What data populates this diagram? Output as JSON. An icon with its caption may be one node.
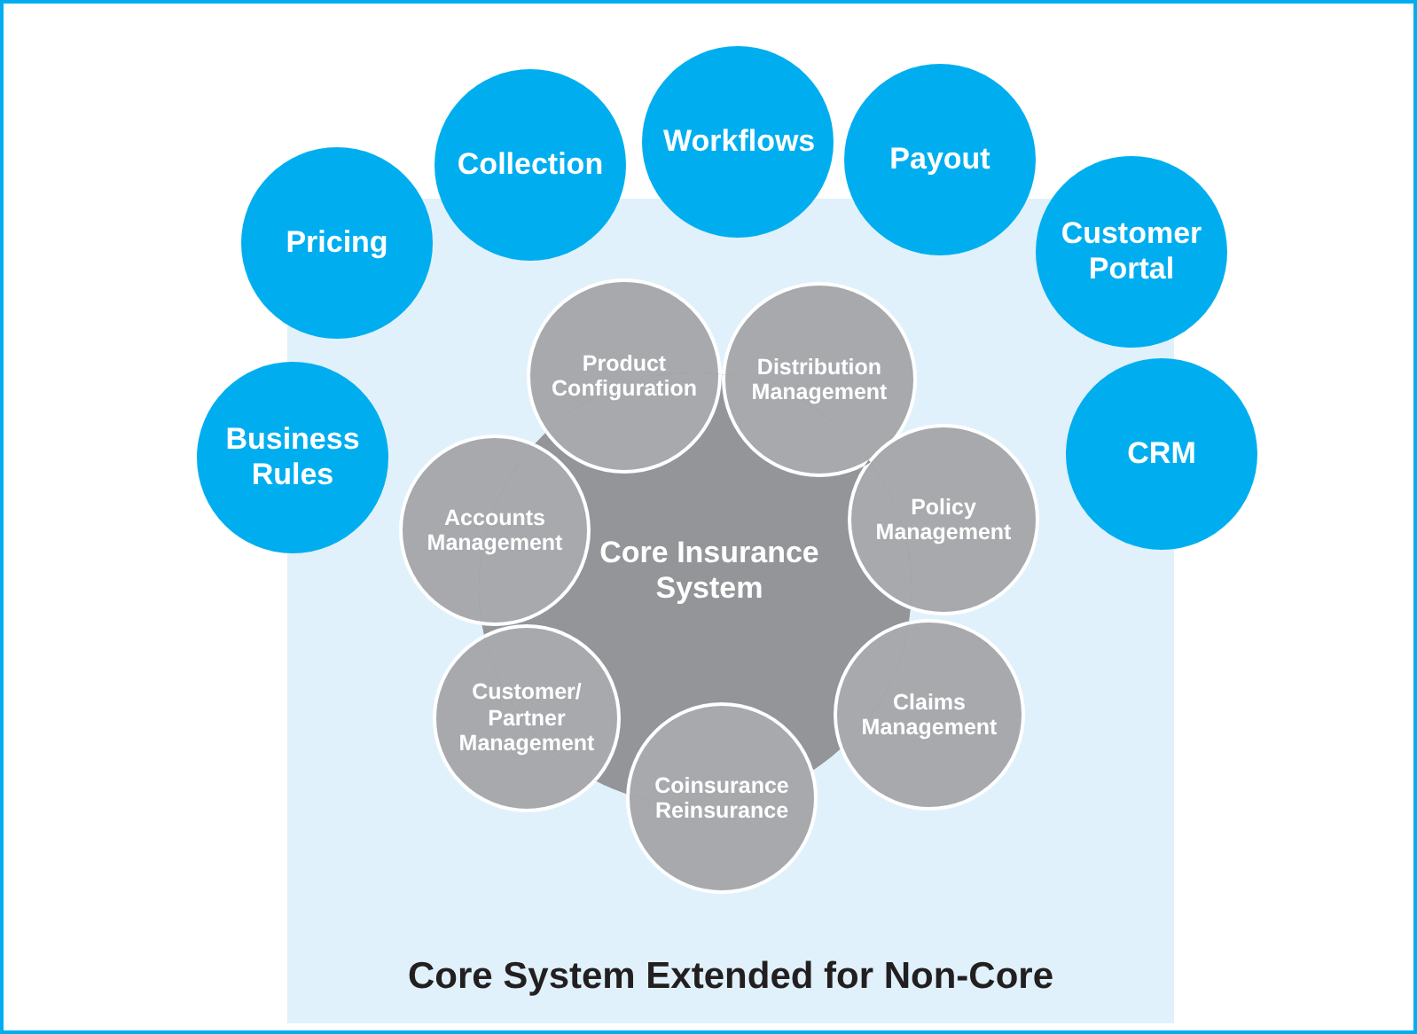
{
  "diagram": {
    "nodes": [
      {
        "text": [
          "Core System Extended for Non-Core"
        ]
      },
      {
        "text": [
          "Core Insurance System"
        ],
        "in": 0
      },
      {
        "text": [
          "Product Configuration"
        ],
        "in": 0
      },
      {
        "text": [
          "Distribution Management"
        ],
        "in": 0
      },
      {
        "text": [
          "Policy Management"
        ],
        "in": 0
      },
      {
        "text": [
          "Claims Management"
        ],
        "in": 0
      },
      {
        "text": [
          "Coinsurance Reinsurance"
        ],
        "in": 0
      },
      {
        "text": [
          "Customer/ Partner Management"
        ],
        "in": 0
      },
      {
        "text": [
          "Accounts Management"
        ],
        "in": 0
      },
      {
        "text": [
          "Business Rules"
        ]
      },
      {
        "text": [
          "Pricing"
        ]
      },
      {
        "text": [
          "Collection"
        ]
      },
      {
        "text": [
          "Workflows"
        ]
      },
      {
        "text": [
          "Payout"
        ]
      },
      {
        "text": [
          "Customer Portal"
        ]
      },
      {
        "text": [
          "CRM"
        ]
      }
    ]
  }
}
